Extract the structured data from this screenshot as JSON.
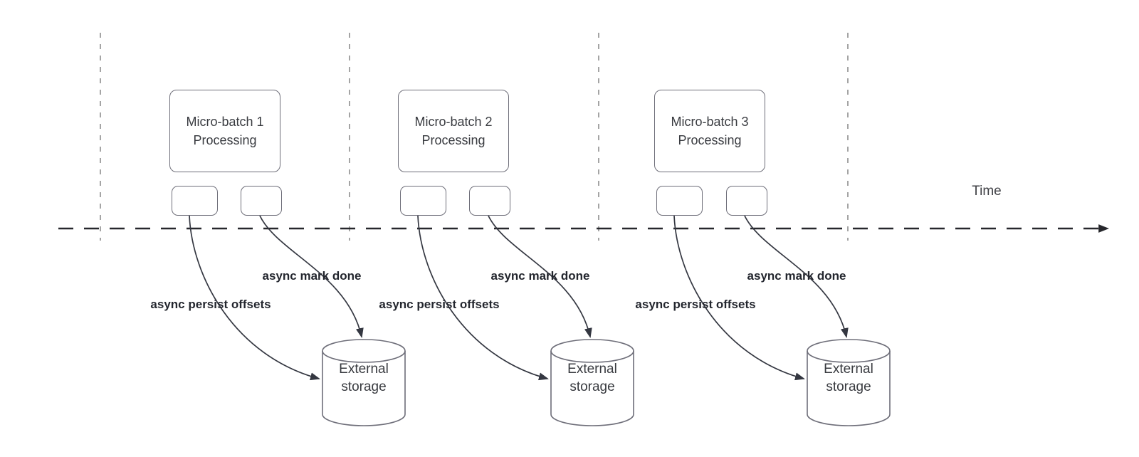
{
  "diagram": {
    "time_axis_label": "Time",
    "batches": [
      {
        "title": "Micro-batch 1\nProcessing",
        "persist_label": "async persist offsets",
        "done_label": "async mark done",
        "storage_label": "External\nstorage"
      },
      {
        "title": "Micro-batch 2\nProcessing",
        "persist_label": "async persist offsets",
        "done_label": "async mark done",
        "storage_label": "External\nstorage"
      },
      {
        "title": "Micro-batch 3\nProcessing",
        "persist_label": "async persist offsets",
        "done_label": "async mark done",
        "storage_label": "External\nstorage"
      }
    ],
    "colors": {
      "background": "#ffffff",
      "shape_border": "#6e6e79",
      "arrow": "#343741",
      "timeline": "#26272c",
      "interval_divider": "#9b9b9b",
      "shape_text": "#393b40",
      "flow_label_text": "#23262e"
    }
  }
}
